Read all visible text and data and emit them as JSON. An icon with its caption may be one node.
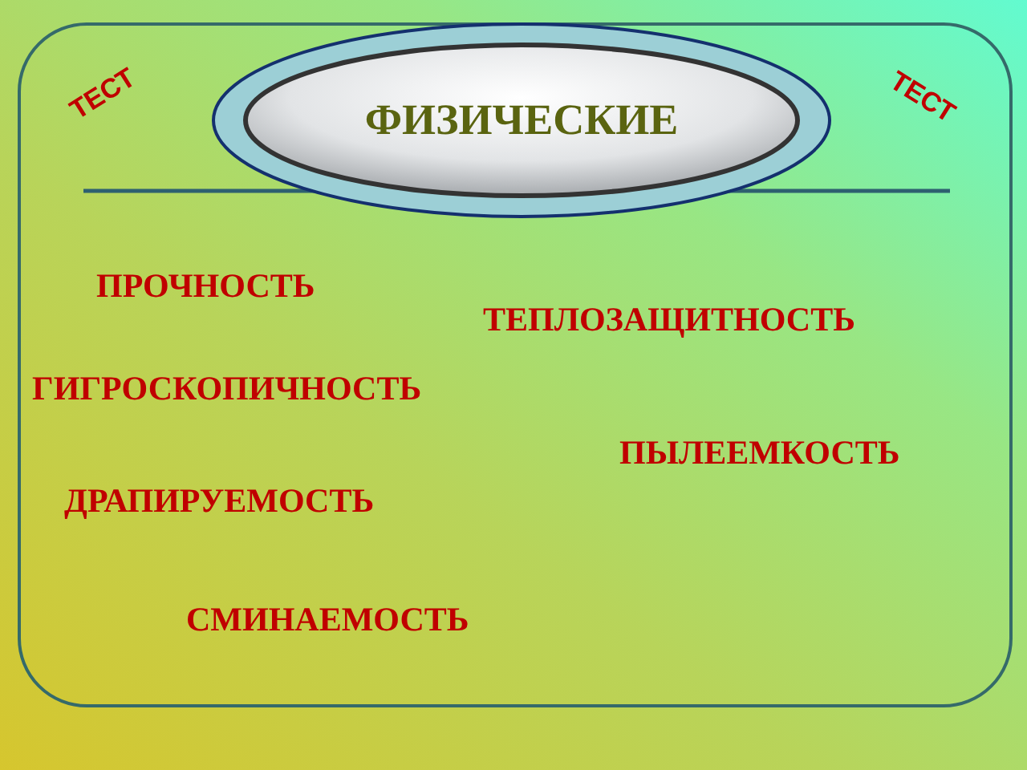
{
  "diagram": {
    "nodes": [
      {
        "text": [
          "ФИЗИЧЕСКИЕ"
        ]
      }
    ],
    "labels": [
      "ТЕСТ",
      "ТЕСТ",
      "ПРОЧНОСТЬ",
      "ТЕПЛОЗАЩИТНОСТЬ",
      "ГИГРОСКОПИЧНОСТЬ",
      "ПЫЛЕЕМКОСТЬ",
      "ДРАПИРУЕМОСТЬ",
      "СМИНАЕМОСТЬ"
    ]
  }
}
